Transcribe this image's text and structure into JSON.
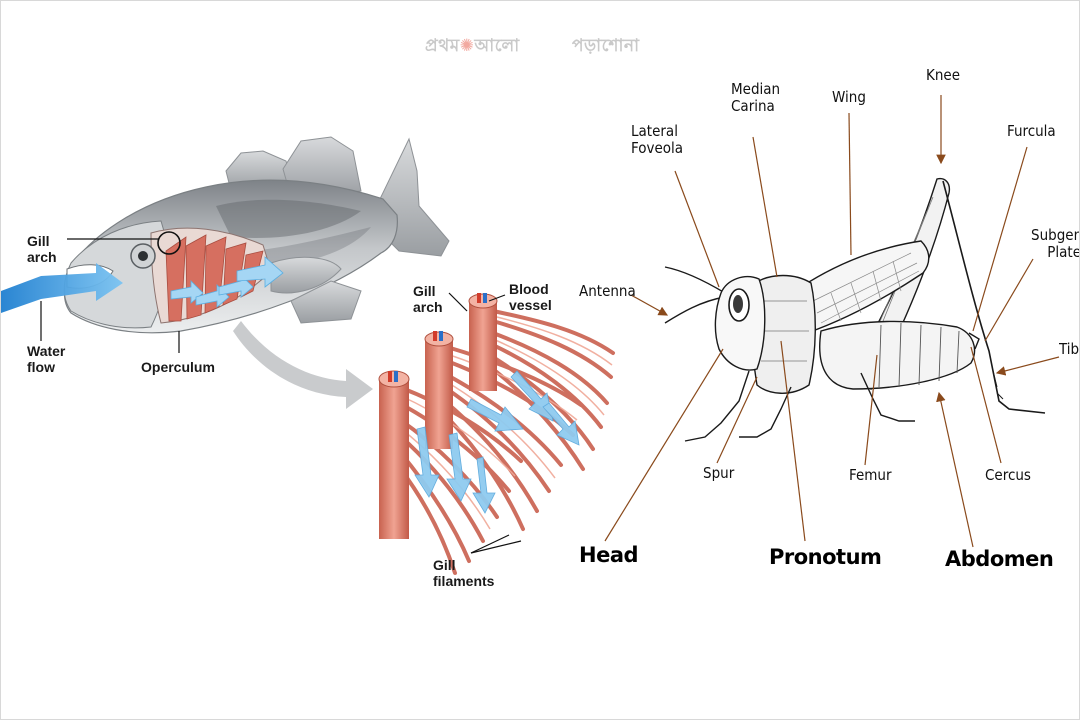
{
  "watermark": {
    "brand_left": "প্রথম",
    "brand_right": "আলো",
    "section": "পড়াশোনা"
  },
  "fish_diagram": {
    "labels": {
      "gill_arch_fish": "Gill\narch",
      "water_flow": "Water\nflow",
      "operculum": "Operculum",
      "gill_arch_detail": "Gill\narch",
      "blood_vessel": "Blood\nvessel",
      "gill_filaments": "Gill\nfilaments"
    }
  },
  "grasshopper_diagram": {
    "labels": {
      "lateral_foveola": "Lateral\nFoveola",
      "median_carina": "Median\nCarina",
      "wing": "Wing",
      "knee": "Knee",
      "furcula": "Furcula",
      "subgenital_plate": "Subgenit\nPlate",
      "antenna": "Antenna",
      "tibia": "Tib",
      "spur": "Spur",
      "femur": "Femur",
      "cercus": "Cercus",
      "head": "Head",
      "pronotum": "Pronotum",
      "abdomen": "Abdomen"
    }
  },
  "colors": {
    "fish_body": "#b9bcc0",
    "gill_red": "#d9776a",
    "water_blue": "#2f8fd8",
    "arrow_light_blue": "#9fd2f2",
    "leader_brown": "#8a4a1c"
  }
}
